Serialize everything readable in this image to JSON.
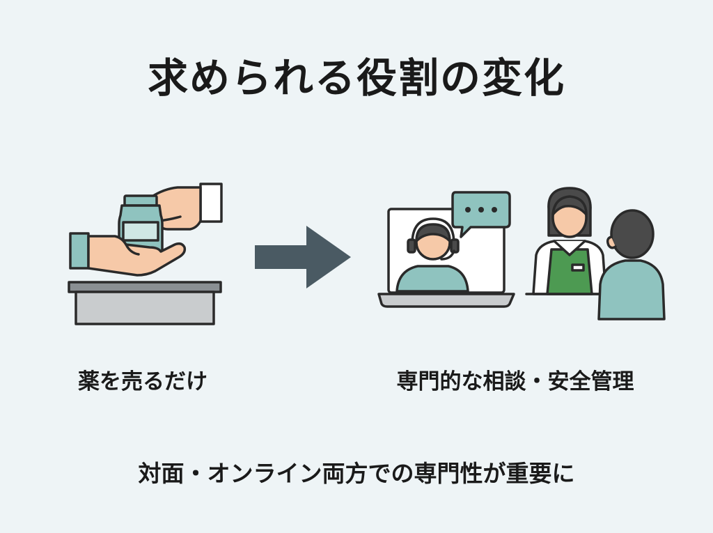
{
  "title": "求められる役割の変化",
  "before": {
    "label": "薬を売るだけ",
    "icons": [
      "hand-giving-medicine-icon",
      "counter-icon"
    ]
  },
  "arrow": {
    "icon": "arrow-right-icon",
    "color": "#4a5a63"
  },
  "after": {
    "label": "専門的な相談・安全管理",
    "icons": [
      "laptop-video-call-icon",
      "speech-bubble-icon",
      "pharmacist-consultation-icon"
    ]
  },
  "summary": "対面・オンライン両方での専門性が重要に",
  "colors": {
    "background": "#eef4f6",
    "teal": "#8fc3bf",
    "green_apron": "#4d9a52",
    "skin": "#f6c9a8",
    "hair": "#4a4a4a",
    "counter": "#c9ccce",
    "arrow": "#4a5a63"
  }
}
